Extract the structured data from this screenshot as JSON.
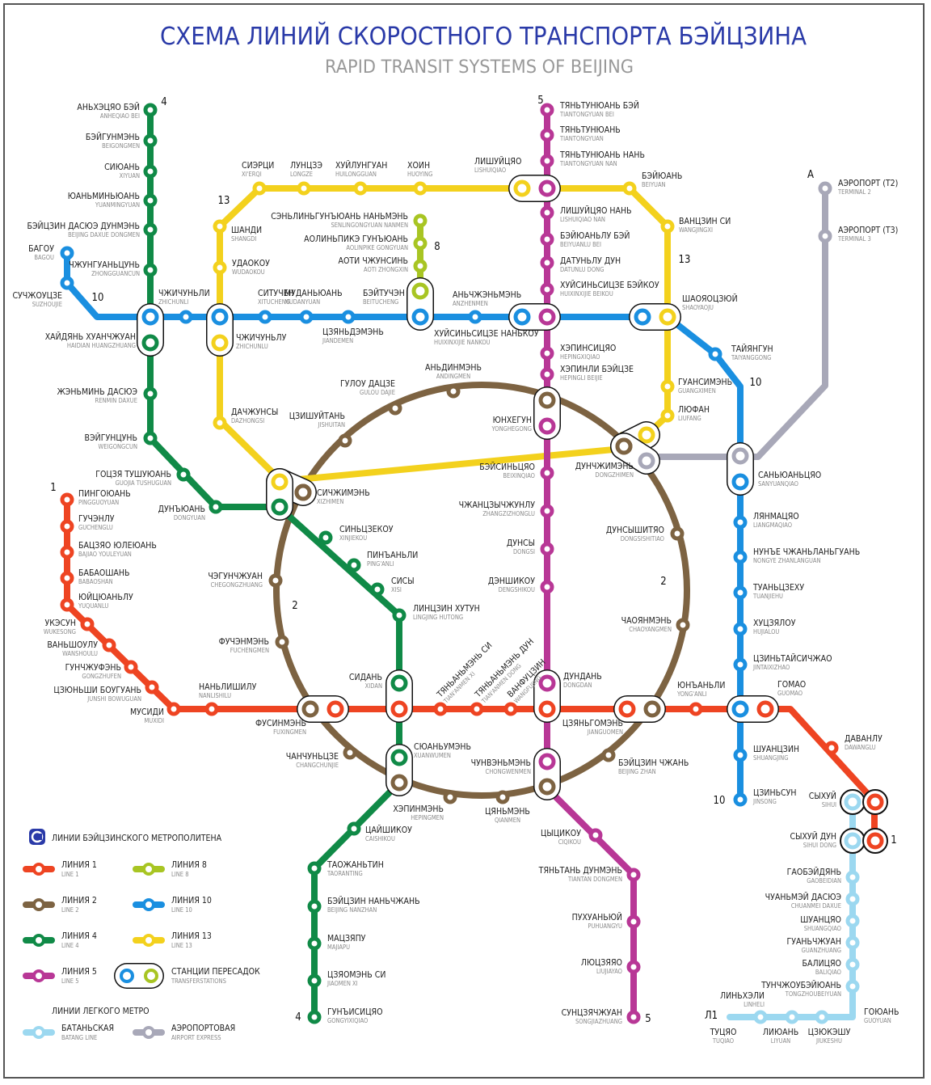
{
  "title": "СХЕМА ЛИНИЙ СКОРОСТНОГО ТРАНСПОРТА БЭЙЦЗИНА",
  "subtitle": "RAPID TRANSIT SYSTEMS OF BEIJING",
  "colors": {
    "line1": "#ee4422",
    "line2": "#7d6342",
    "line4": "#108a47",
    "line5": "#b83796",
    "line8": "#a8c523",
    "line10": "#1a8fe0",
    "line13": "#f3d11d",
    "batong": "#9cd8f0",
    "airport": "#a8a8b8",
    "title": "#2a3aa8",
    "subtitle": "#999999"
  },
  "line_numbers": [
    {
      "text": "4"
    },
    {
      "text": "5"
    },
    {
      "text": "13"
    },
    {
      "text": "8"
    },
    {
      "text": "A"
    },
    {
      "text": "10"
    },
    {
      "text": "13"
    },
    {
      "text": "10"
    },
    {
      "text": "1"
    },
    {
      "text": "2"
    },
    {
      "text": "2"
    },
    {
      "text": "10"
    },
    {
      "text": "1"
    },
    {
      "text": "4"
    },
    {
      "text": "5"
    },
    {
      "text": "Л1"
    }
  ],
  "stations": [
    {
      "ru": "АНЬХЭЦЯО БЭЙ",
      "en": "ANHEQIAO BEI"
    },
    {
      "ru": "БЭЙГУНМЭНЬ",
      "en": "BEIGONGMEN"
    },
    {
      "ru": "СИЮАНЬ",
      "en": "XIYUAN"
    },
    {
      "ru": "ЮАНЬМИНЬЮАНЬ",
      "en": "YUANMINGYUAN"
    },
    {
      "ru": "БЭЙЦЗИН ДАСЮЭ ДУНМЭНЬ",
      "en": "BEIJING DAXUE DONGMEN"
    },
    {
      "ru": "ЧЖУНГУАНЬЦУНЬ",
      "en": "ZHONGGUANCUN"
    },
    {
      "ru": "ХАЙДЯНЬ ХУАНЧЖУАН",
      "en": "HAIDIAN HUANGZHUANG"
    },
    {
      "ru": "ЖЭНЬМИНЬ ДАСЮЭ",
      "en": "RENMIN DAXUE"
    },
    {
      "ru": "ВЭЙГУНЦУНЬ",
      "en": "WEIGONGCUN"
    },
    {
      "ru": "ГОЦЗЯ ТУШУЮАНЬ",
      "en": "GUOJIA TUSHUGUAN"
    },
    {
      "ru": "ДУНЪЮАНЬ",
      "en": "DONGYUAN"
    },
    {
      "ru": "БАГОУ",
      "en": "BAGOU"
    },
    {
      "ru": "СУЧЖОУЦЗЕ",
      "en": "SUZHOUJIE"
    },
    {
      "ru": "ЧЖИЧУНЬЛИ",
      "en": "ZHICHUNLI"
    },
    {
      "ru": "СИТУЧЕН",
      "en": "XITUCHENG"
    },
    {
      "ru": "МУДАНЬЮАНЬ",
      "en": "MUDANYUAN"
    },
    {
      "ru": "ЦЗЯНЬДЭМЭНЬ",
      "en": "JIANDEMEN"
    },
    {
      "ru": "БЭЙТУЧЭН",
      "en": "BEITUCHENG"
    },
    {
      "ru": "АНЬЧЖЭНЬМЭНЬ",
      "en": "ANZHENMEN"
    },
    {
      "ru": "ХУЙСИНЬСИЦЗЕ НАНЬКОУ",
      "en": "HUIXINXIJIE NANKOU"
    },
    {
      "ru": "ШАОЯОЦЗЮЙ",
      "en": "SHAOYAOJU"
    },
    {
      "ru": "ТАЙЯНГУН",
      "en": "TAIYANGGONG"
    },
    {
      "ru": "СИЭРЦИ",
      "en": "XI'ERQI"
    },
    {
      "ru": "ЛУНЦЗЭ",
      "en": "LONGZE"
    },
    {
      "ru": "ХУЙЛУНГУАН",
      "en": "HUILONGGUAN"
    },
    {
      "ru": "ХОИН",
      "en": "HUOYING"
    },
    {
      "ru": "ЛИШУЙЦЯО",
      "en": "LISHUIQIAO"
    },
    {
      "ru": "БЭЙЮАНЬ",
      "en": "BEIYUAN"
    },
    {
      "ru": "ВАНЦЗИН СИ",
      "en": "WANGJINGXI"
    },
    {
      "ru": "ШАНДИ",
      "en": "SHANGDI"
    },
    {
      "ru": "УДАОКОУ",
      "en": "WUDAOKOU"
    },
    {
      "ru": "ЧЖИЧУНЬЛУ",
      "en": "ZHICHUNLU"
    },
    {
      "ru": "ДАЧЖУНСЫ",
      "en": "DAZHONGSI"
    },
    {
      "ru": "ГУАНСИМЭНЬ",
      "en": "GUANGXIMEN"
    },
    {
      "ru": "ЛЮФАН",
      "en": "LIUFANG"
    },
    {
      "ru": "СЭНЬЛИНЬГУНЪЮАНЬ НАНЬМЭНЬ",
      "en": "SENLINGONGYUAN NANMEN"
    },
    {
      "ru": "АОЛИНЬПИКЭ ГУНЪЮАНЬ",
      "en": "AOLINPIKE GONGYUAN"
    },
    {
      "ru": "АОТИ ЧЖУНСИНЬ",
      "en": "AOTI ZHONGXIN"
    },
    {
      "ru": "ТЯНЬТУНЮАНЬ БЭЙ",
      "en": "TIANTONGYUAN BEI"
    },
    {
      "ru": "ТЯНЬТУНЮАНЬ",
      "en": "TIANTONGYUAN"
    },
    {
      "ru": "ТЯНЬТУНЮАНЬ НАНЬ",
      "en": "TIANTONGYUAN NAN"
    },
    {
      "ru": "ЛИШУЙЦЯО НАНЬ",
      "en": "LISHUIQIAO NAN"
    },
    {
      "ru": "БЭЙЮАНЬЛУ БЭЙ",
      "en": "BEIYUANLU BEI"
    },
    {
      "ru": "ДАТУНЬЛУ ДУН",
      "en": "DATUNLU DONG"
    },
    {
      "ru": "ХУЙСИНЬСИЦЗЕ БЭЙКОУ",
      "en": "HUIXINXIJIE BEIKOU"
    },
    {
      "ru": "ХЭПИНСИЦЯО",
      "en": "HEPINGXIQIAO"
    },
    {
      "ru": "ХЭПИНЛИ БЭЙЦЗЕ",
      "en": "HEPINGLI BEIJIE"
    },
    {
      "ru": "ЮНХЕГУН",
      "en": "YONGHEGONG"
    },
    {
      "ru": "БЭЙСИНЬЦЯО",
      "en": "BEIXINQIAO"
    },
    {
      "ru": "ЧЖАНЦЗЫЧЖУНЛУ",
      "en": "ZHANGZIZHONGLU"
    },
    {
      "ru": "ДУНСЫ",
      "en": "DONGSI"
    },
    {
      "ru": "ДЭНШИКОУ",
      "en": "DENGSHIKOU"
    },
    {
      "ru": "ДУНДАНЬ",
      "en": "DONGDAN"
    },
    {
      "ru": "ЧУНВЭНЬМЭНЬ",
      "en": "CHONGWENMEN"
    },
    {
      "ru": "ЦЫЦИКОУ",
      "en": "CIQIKOU"
    },
    {
      "ru": "ТЯНЬТАНЬ ДУНМЭНЬ",
      "en": "TIANTAN DONGMEN"
    },
    {
      "ru": "ПУХУАНЬЮЙ",
      "en": "PUHUANGYU"
    },
    {
      "ru": "ЛЮЦЗЯЯО",
      "en": "LIUJIAYAO"
    },
    {
      "ru": "СУНЦЗЯЧЖУАН",
      "en": "SONGJIAZHUANG"
    },
    {
      "ru": "АНЬДИНМЭНЬ",
      "en": "ANDINGMEN"
    },
    {
      "ru": "ГУЛОУ ДАЦЗЕ",
      "en": "GULOU DAJIE"
    },
    {
      "ru": "ЦЗИШУЙТАНЬ",
      "en": "JISHUITAN"
    },
    {
      "ru": "СИЧЖИМЭНЬ",
      "en": "XIZHIMEN"
    },
    {
      "ru": "ДУНЧЖИМЭНЬ",
      "en": "DONGZHIMEN"
    },
    {
      "ru": "ДУНСЫШИТЯО",
      "en": "DONGSISHITIAO"
    },
    {
      "ru": "ЧЭГУНЧЖУАН",
      "en": "CHEGONGZHUANG"
    },
    {
      "ru": "ЧАОЯНМЭНЬ",
      "en": "CHAOYANGMEN"
    },
    {
      "ru": "ФУЧЭНМЭНЬ",
      "en": "FUCHENGMEN"
    },
    {
      "ru": "СИНЬЦЗЕКОУ",
      "en": "XINJIEKOU"
    },
    {
      "ru": "ПИНЪАНЬЛИ",
      "en": "PING'ANLI"
    },
    {
      "ru": "СИСЫ",
      "en": "XISI"
    },
    {
      "ru": "ЛИНЦЗИН ХУТУН",
      "en": "LINGJING HUTONG"
    },
    {
      "ru": "СИДАНЬ",
      "en": "XIDAN"
    },
    {
      "ru": "СЮАНЬУМЭНЬ",
      "en": "XUANWUMEN"
    },
    {
      "ru": "ЧАНЧУНЬЦЗЕ",
      "en": "CHANGCHUNJIE"
    },
    {
      "ru": "ХЭПИНМЭНЬ",
      "en": "HEPINGMEN"
    },
    {
      "ru": "ЦЯНЬМЭНЬ",
      "en": "QIANMEN"
    },
    {
      "ru": "ЦЗЯНЬГОМЭНЬ",
      "en": "JIANGUOMEN"
    },
    {
      "ru": "БЭЙЦЗИН ЧЖАНЬ",
      "en": "BEIJING ZHAN"
    },
    {
      "ru": "ФУСИНМЭНЬ",
      "en": "FUXINGMEN"
    },
    {
      "ru": "ПИНГОЮАНЬ",
      "en": "PINGGUOYUAN"
    },
    {
      "ru": "ГУЧЭНЛУ",
      "en": "GUCHENGLU"
    },
    {
      "ru": "БАЦЗЯО ЮЛЕЮАНЬ",
      "en": "BAJIAO YOULEYUAN"
    },
    {
      "ru": "БАБАОШАНЬ",
      "en": "BABAOSHAN"
    },
    {
      "ru": "ЮЙЦЮАНЬЛУ",
      "en": "YUQUANLU"
    },
    {
      "ru": "УКЭСУН",
      "en": "WUKESONG"
    },
    {
      "ru": "ВАНЬШОУЛУ",
      "en": "WANSHOULU"
    },
    {
      "ru": "ГУНЧЖУФЭНЬ",
      "en": "GONGZHUFEN"
    },
    {
      "ru": "ЦЗЮНЬШИ БОУГУАНЬ",
      "en": "JUNSHI BOWUGUAN"
    },
    {
      "ru": "МУСИДИ",
      "en": "MUXIDI"
    },
    {
      "ru": "НАНЬЛИШИЛУ",
      "en": "NANLISHILU"
    },
    {
      "ru": "ТЯНЬАНЬМЭНЬ СИ",
      "en": "TIAN'ANMEN XI"
    },
    {
      "ru": "ТЯНЬАНЬМЭНЬ ДУН",
      "en": "TIAN'ANMEN DONG"
    },
    {
      "ru": "ВАНФУЦЗИН",
      "en": "WANGFUJING"
    },
    {
      "ru": "ЮНЪАНЬЛИ",
      "en": "YONG'ANLI"
    },
    {
      "ru": "ГОМАО",
      "en": "GUOMAO"
    },
    {
      "ru": "ДАВАНЛУ",
      "en": "DAWANGLU"
    },
    {
      "ru": "СЫХУЙ",
      "en": "SIHUI"
    },
    {
      "ru": "СЫХУЙ ДУН",
      "en": "SIHUI DONG"
    },
    {
      "ru": "САНЬЮАНЬЦЯО",
      "en": "SANYUANQIAO"
    },
    {
      "ru": "ЛЯНМАЦЯО",
      "en": "LIANGMAQIAO"
    },
    {
      "ru": "НУНЪЕ ЧЖАНЬЛАНЬГУАНЬ",
      "en": "NONGYE ZHANLANGUAN"
    },
    {
      "ru": "ТУАНЬЦЗЕХУ",
      "en": "TUANJIEHU"
    },
    {
      "ru": "ХУЦЗЯЛОУ",
      "en": "HUJIALOU"
    },
    {
      "ru": "ЦЗИНЬТАЙСИЧЖАО",
      "en": "JINTAIXIZHAO"
    },
    {
      "ru": "ШУАНЦЗИН",
      "en": "SHUANGJING"
    },
    {
      "ru": "ЦЗИНЬСУН",
      "en": "JINSONG"
    },
    {
      "ru": "АЭРОПОРТ (Т2)",
      "en": "TERMINAL 2"
    },
    {
      "ru": "АЭРОПОРТ (Т3)",
      "en": "TERMINAL 3"
    },
    {
      "ru": "ЦАЙШИКОУ",
      "en": "CAISHIKOU"
    },
    {
      "ru": "ТАОЖАНЬТИН",
      "en": "TAORANTING"
    },
    {
      "ru": "БЭЙЦЗИН НАНЬЧЖАНЬ",
      "en": "BEIJING NANZHAN"
    },
    {
      "ru": "МАЦЗЯПУ",
      "en": "MAJIAPU"
    },
    {
      "ru": "ЦЗЯОМЭНЬ СИ",
      "en": "JIAOMEN XI"
    },
    {
      "ru": "ГУНЪИСИЦЯО",
      "en": "GONGYIXIQIAO"
    },
    {
      "ru": "ГАОБЭЙДЯНЬ",
      "en": "GAOBEIDIAN"
    },
    {
      "ru": "ЧУАНЬМЭЙ ДАСЮЭ",
      "en": "CHUANMEI DAXUE"
    },
    {
      "ru": "ШУАНЦЯО",
      "en": "SHUANGQIAO"
    },
    {
      "ru": "ГУАНЬЧЖУАН",
      "en": "GUANZHUANG"
    },
    {
      "ru": "БАЛИЦЯО",
      "en": "BALIQIAO"
    },
    {
      "ru": "ТУНЧЖОУБЭЙЮАНЬ",
      "en": "TONGZHOUBEIYUAN"
    },
    {
      "ru": "ГОЮАНЬ",
      "en": "GUOYUAN"
    },
    {
      "ru": "ЛИНЬХЭЛИ",
      "en": "LINHELI"
    },
    {
      "ru": "ТУЦЯО",
      "en": "TUQIAO"
    },
    {
      "ru": "ЛИЮАНЬ",
      "en": "LIYUAN"
    },
    {
      "ru": "ЦЗЮКЭШУ",
      "en": "JIUKESHU"
    }
  ],
  "legend": {
    "metro_title": "ЛИНИИ БЭЙЦЗИНСКОГО МЕТРОПОЛИТЕНА",
    "light_title": "ЛИНИИ ЛЕГКОГО МЕТРО",
    "items": [
      {
        "ru": "ЛИНИЯ 1",
        "en": "LINE 1"
      },
      {
        "ru": "ЛИНИЯ 2",
        "en": "LINE 2"
      },
      {
        "ru": "ЛИНИЯ 4",
        "en": "LINE 4"
      },
      {
        "ru": "ЛИНИЯ 5",
        "en": "LINE 5"
      },
      {
        "ru": "ЛИНИЯ 8",
        "en": "LINE 8"
      },
      {
        "ru": "ЛИНИЯ 10",
        "en": "LINE 10"
      },
      {
        "ru": "ЛИНИЯ 13",
        "en": "LINE 13"
      },
      {
        "ru": "СТАНЦИИ ПЕРЕСАДОК",
        "en": "TRANSFERSTATIONS"
      },
      {
        "ru": "БАТАНЬСКАЯ",
        "en": "BATANG LINE"
      },
      {
        "ru": "АЭРОПОРТОВАЯ",
        "en": "AIRPORT EXPRESS"
      }
    ]
  }
}
